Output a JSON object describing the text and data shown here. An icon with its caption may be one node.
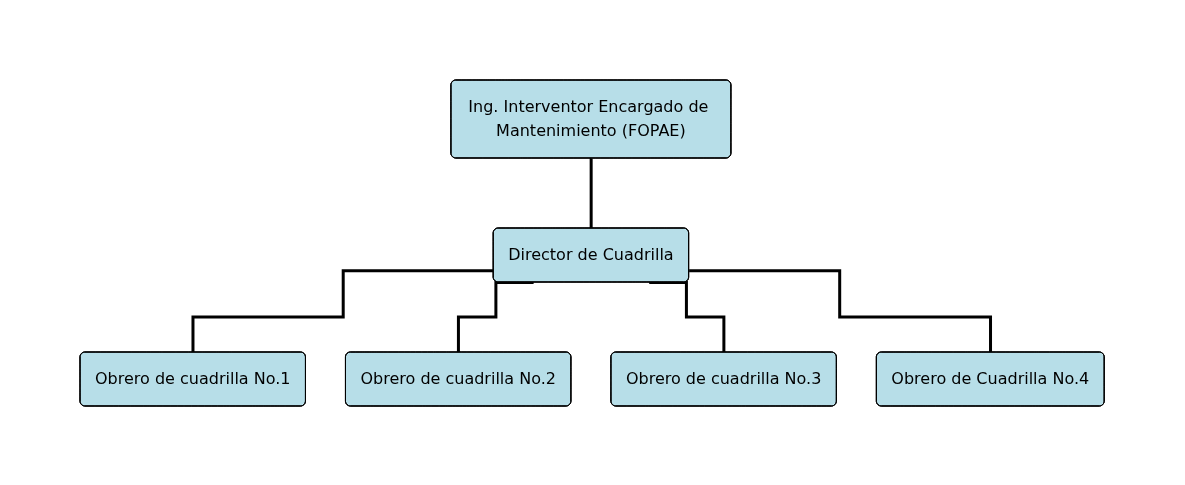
{
  "diagram": {
    "nodes": [
      {
        "text": [
          "Ing. Interventor Encargado de Mantenimiento (FOPAE)"
        ]
      },
      {
        "text": [
          "Director de Cuadrilla"
        ]
      },
      {
        "text": [
          "Obrero de cuadrilla No.1"
        ]
      },
      {
        "text": [
          "Obrero de cuadrilla No.2"
        ]
      },
      {
        "text": [
          "Obrero de cuadrilla No.3"
        ]
      },
      {
        "text": [
          "Obrero de Cuadrilla No.4"
        ]
      }
    ],
    "edges": [
      {
        "from": 0,
        "to": 1,
        "arrow": "none"
      },
      {
        "from": 1,
        "to": 2,
        "arrow": "none"
      },
      {
        "from": 1,
        "to": 3,
        "arrow": "none"
      },
      {
        "from": 1,
        "to": 4,
        "arrow": "none"
      },
      {
        "from": 1,
        "to": 5,
        "arrow": "none"
      }
    ]
  }
}
